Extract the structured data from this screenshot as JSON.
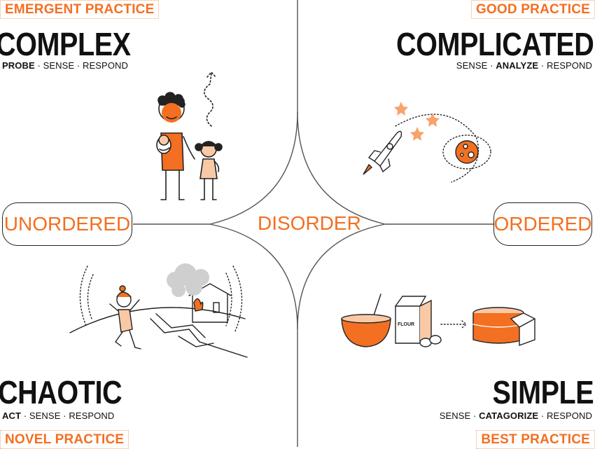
{
  "colors": {
    "accent": "#f36f21",
    "accent_light": "#f7a36b",
    "skin": "#f9c9a6",
    "line": "#222222",
    "grey": "#999999"
  },
  "quadrants": {
    "complex": {
      "practice": "EMERGENT PRACTICE",
      "title": "COMPLEX",
      "steps": [
        "PROBE",
        "SENSE",
        "RESPOND"
      ],
      "emphasis": "PROBE"
    },
    "complicated": {
      "practice": "GOOD PRACTICE",
      "title": "COMPLICATED",
      "steps": [
        "SENSE",
        "ANALYZE",
        "RESPOND"
      ],
      "emphasis": "ANALYZE"
    },
    "chaotic": {
      "practice": "NOVEL PRACTICE",
      "title": "CHAOTIC",
      "steps": [
        "ACT",
        "SENSE",
        "RESPOND"
      ],
      "emphasis": "ACT"
    },
    "simple": {
      "practice": "BEST PRACTICE",
      "title": "SIMPLE",
      "steps": [
        "SENSE",
        "CATAGORIZE",
        "RESPOND"
      ],
      "emphasis": "CATAGORIZE"
    }
  },
  "axis": {
    "left": "UNORDERED",
    "right": "ORDERED",
    "center": "DISORDER"
  },
  "illustrations": {
    "complex": "parents-with-children",
    "complicated": "rocket-to-planet",
    "chaotic": "earthquake-burning-house",
    "simple": "baking-cake",
    "flour_bag_text": "FLOUR"
  }
}
